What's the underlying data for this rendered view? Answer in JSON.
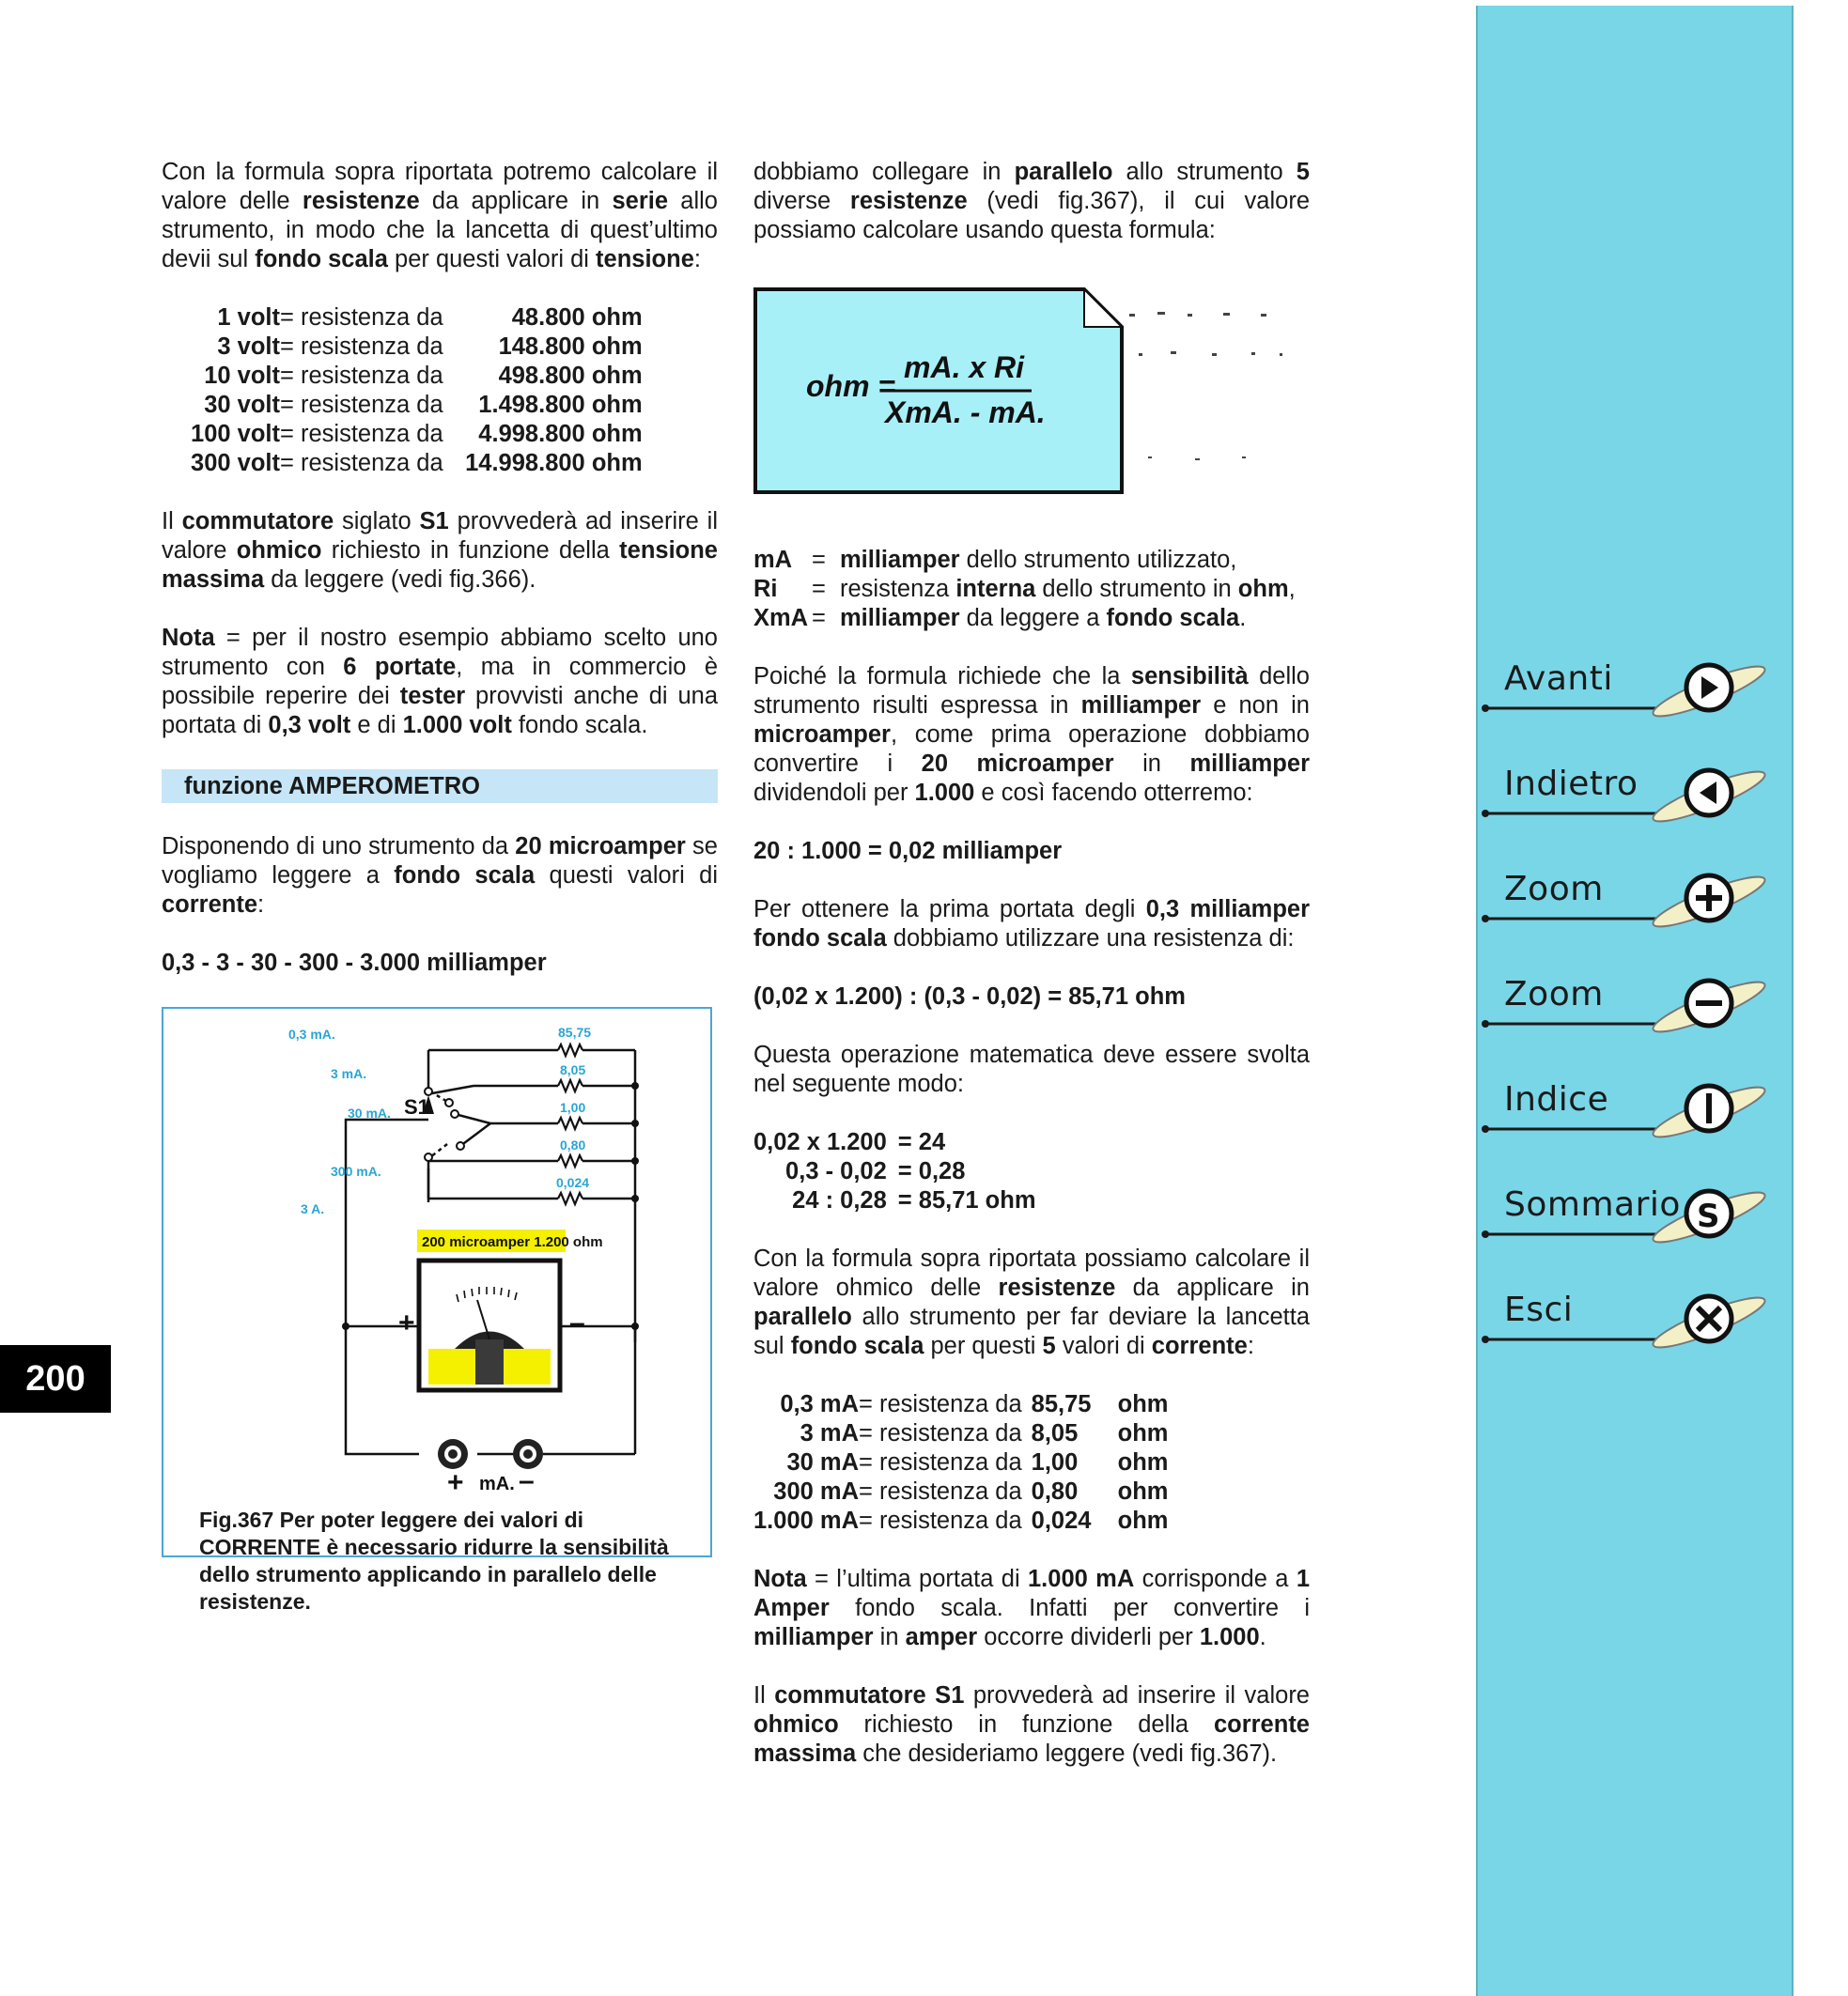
{
  "page_number": "200",
  "left": {
    "p1": [
      {
        "t": "Con la formula sopra riportata potremo calcolare il valore delle "
      },
      {
        "t": "resistenze",
        "b": true
      },
      {
        "t": " da applicare in "
      },
      {
        "t": "serie",
        "b": true
      },
      {
        "t": " allo strumento, in modo che la lancetta di quest’ultimo devii sul "
      },
      {
        "t": "fondo scala",
        "b": true
      },
      {
        "t": " per questi valori di "
      },
      {
        "t": "tensione",
        "b": true
      },
      {
        "t": ":"
      }
    ],
    "volt_rows": [
      {
        "v": "1 volt",
        "eq": " = resistenza da",
        "ohm": "48.800 ohm"
      },
      {
        "v": "3 volt",
        "eq": " = resistenza da",
        "ohm": "148.800 ohm"
      },
      {
        "v": "10 volt",
        "eq": " = resistenza da",
        "ohm": "498.800 ohm"
      },
      {
        "v": "30 volt",
        "eq": " = resistenza da",
        "ohm": "1.498.800 ohm"
      },
      {
        "v": "100 volt",
        "eq": " = resistenza da",
        "ohm": "4.998.800 ohm"
      },
      {
        "v": "300 volt",
        "eq": " = resistenza da",
        "ohm": "14.998.800 ohm"
      }
    ],
    "p2": [
      {
        "t": "Il "
      },
      {
        "t": "commutatore",
        "b": true
      },
      {
        "t": " siglato "
      },
      {
        "t": "S1",
        "b": true
      },
      {
        "t": " provvederà ad inserire il valore "
      },
      {
        "t": "ohmico",
        "b": true
      },
      {
        "t": " richiesto in funzione della "
      },
      {
        "t": "tensione massima",
        "b": true
      },
      {
        "t": " da leggere (vedi fig.366)."
      }
    ],
    "p3": [
      {
        "t": "Nota",
        "b": true
      },
      {
        "t": " = per il nostro esempio abbiamo scelto uno strumento con "
      },
      {
        "t": "6 portate",
        "b": true
      },
      {
        "t": ", ma in commercio è possibile reperire dei "
      },
      {
        "t": "tester",
        "b": true
      },
      {
        "t": " provvisti anche di una portata di "
      },
      {
        "t": "0,3 volt",
        "b": true
      },
      {
        "t": " e di "
      },
      {
        "t": "1.000 volt",
        "b": true
      },
      {
        "t": " fondo scala."
      }
    ],
    "section_title": "funzione AMPEROMETRO",
    "p4": [
      {
        "t": "Disponendo di uno strumento da "
      },
      {
        "t": "20 microamper",
        "b": true
      },
      {
        "t": " se vogliamo leggere a "
      },
      {
        "t": "fondo scala",
        "b": true
      },
      {
        "t": " questi valori di "
      },
      {
        "t": "corrente",
        "b": true
      },
      {
        "t": ":"
      }
    ],
    "ranges_line": "0,3 - 3 - 30 - 300 - 3.000 milliamper",
    "figure": {
      "labels": {
        "r1_range": "0,3  mA.",
        "r1_val": "85,75",
        "r2_range": "3  mA.",
        "r2_val": "8,05",
        "r3_range": "30  mA.",
        "r3_val": "1,00",
        "r4_range": "300  mA.",
        "r4_val": "0,80",
        "r5_range": "3 A.",
        "r5_val": "0,024",
        "switch": "S1",
        "meter_tag": "200 microamper  1.200 ohm",
        "plus": "+",
        "minus": "–",
        "bottom_plus": "+",
        "bottom_unit": "mA.",
        "bottom_minus": "–"
      },
      "caption": "Fig.367 Per poter leggere dei valori di CORRENTE è necessario ridurre la sensibilità dello strumento applicando in parallelo delle resistenze."
    }
  },
  "mid": {
    "p1": [
      {
        "t": "dobbiamo collegare in "
      },
      {
        "t": "parallelo",
        "b": true
      },
      {
        "t": " allo strumento "
      },
      {
        "t": "5",
        "b": true
      },
      {
        "t": " diverse "
      },
      {
        "t": "resistenze",
        "b": true
      },
      {
        "t": " (vedi fig.367), il cui valore possiamo calcolare usando questa formula:"
      }
    ],
    "formula": {
      "lhs": "ohm =",
      "num": "mA. x Ri",
      "den": "XmA. - mA."
    },
    "legend": [
      {
        "k": "mA",
        "eq": "=",
        "parts": [
          {
            "t": "milliamper",
            "b": true
          },
          {
            "t": " dello strumento utilizzato,"
          }
        ]
      },
      {
        "k": "Ri",
        "eq": "=",
        "parts": [
          {
            "t": "resistenza "
          },
          {
            "t": "interna",
            "b": true
          },
          {
            "t": " dello strumento in "
          },
          {
            "t": "ohm",
            "b": true
          },
          {
            "t": ","
          }
        ]
      },
      {
        "k": "XmA",
        "eq": "=",
        "parts": [
          {
            "t": "milliamper",
            "b": true
          },
          {
            "t": " da leggere a "
          },
          {
            "t": "fondo scala",
            "b": true
          },
          {
            "t": "."
          }
        ]
      }
    ],
    "p2": [
      {
        "t": "Poiché la formula richiede che la "
      },
      {
        "t": "sensibilità",
        "b": true
      },
      {
        "t": " dello strumento risulti espressa in "
      },
      {
        "t": "milliamper",
        "b": true
      },
      {
        "t": " e non in "
      },
      {
        "t": "microamper",
        "b": true
      },
      {
        "t": ", come prima operazione dobbiamo convertire i "
      },
      {
        "t": "20 microamper",
        "b": true
      },
      {
        "t": " in "
      },
      {
        "t": "milliamper",
        "b": true
      },
      {
        "t": " dividendoli per "
      },
      {
        "t": "1.000",
        "b": true
      },
      {
        "t": " e così facendo otterremo:"
      }
    ],
    "conv_line": "20 : 1.000 = 0,02 milliamper",
    "p3": [
      {
        "t": "Per ottenere la prima portata degli "
      },
      {
        "t": "0,3 milliamper fondo scala",
        "b": true
      },
      {
        "t": " dobbiamo utilizzare una resistenza di:"
      }
    ],
    "calc_line": "(0,02 x 1.200) : (0,3 - 0,02) = 85,71 ohm",
    "p4": "Questa operazione matematica deve essere svolta nel seguente modo:",
    "steps": [
      {
        "a": "0,02 x 1.200",
        "b": "= 24"
      },
      {
        "a": "0,3 - 0,02",
        "b": "= 0,28"
      },
      {
        "a": "24 : 0,28",
        "b": "= 85,71 ohm"
      }
    ],
    "p5": [
      {
        "t": "Con la formula sopra riportata possiamo calcolare il valore ohmico delle "
      },
      {
        "t": "resistenze",
        "b": true
      },
      {
        "t": " da applicare in "
      },
      {
        "t": "parallelo",
        "b": true
      },
      {
        "t": " allo strumento per far deviare la lancetta sul "
      },
      {
        "t": "fondo scala",
        "b": true
      },
      {
        "t": " per questi "
      },
      {
        "t": "5",
        "b": true
      },
      {
        "t": " valori di "
      },
      {
        "t": "corrente",
        "b": true
      },
      {
        "t": ":"
      }
    ],
    "ma_rows": [
      {
        "v": "0,3 mA",
        "eq": " = resistenza da",
        "val": "85,75",
        "u": "ohm"
      },
      {
        "v": "3 mA",
        "eq": " = resistenza da",
        "val": "8,05",
        "u": "ohm"
      },
      {
        "v": "30 mA",
        "eq": " = resistenza da",
        "val": "1,00",
        "u": "ohm"
      },
      {
        "v": "300 mA",
        "eq": " = resistenza da",
        "val": "0,80",
        "u": "ohm"
      },
      {
        "v": "1.000 mA",
        "eq": " = resistenza da",
        "val": "0,024",
        "u": "ohm"
      }
    ],
    "p6": [
      {
        "t": "Nota",
        "b": true
      },
      {
        "t": " = l’ultima portata di "
      },
      {
        "t": "1.000 mA",
        "b": true
      },
      {
        "t": " corrisponde a "
      },
      {
        "t": "1 Amper",
        "b": true
      },
      {
        "t": " fondo scala. Infatti per convertire i "
      },
      {
        "t": "milliamper",
        "b": true
      },
      {
        "t": " in "
      },
      {
        "t": "amper",
        "b": true
      },
      {
        "t": " occorre dividerli per "
      },
      {
        "t": "1.000",
        "b": true
      },
      {
        "t": "."
      }
    ],
    "p7": [
      {
        "t": "Il "
      },
      {
        "t": "commutatore S1",
        "b": true
      },
      {
        "t": " provvederà ad inserire il valore "
      },
      {
        "t": "ohmico",
        "b": true
      },
      {
        "t": " richiesto in funzione della "
      },
      {
        "t": "corrente massima",
        "b": true
      },
      {
        "t": " che desideriamo leggere (vedi fig.367)."
      }
    ]
  },
  "nav": [
    {
      "label": "Avanti",
      "icon": "play-right-icon"
    },
    {
      "label": "Indietro",
      "icon": "play-left-icon"
    },
    {
      "label": "Zoom",
      "icon": "zoom-in-icon"
    },
    {
      "label": "Zoom",
      "icon": "zoom-out-icon"
    },
    {
      "label": "Indice",
      "icon": "index-icon"
    },
    {
      "label": "Sommario",
      "icon": "summary-icon"
    },
    {
      "label": "Esci",
      "icon": "close-icon"
    }
  ],
  "colors": {
    "sidebar": "#79d6e7",
    "formula_box": "#a8f0f8",
    "section_bar": "#c6e6f7",
    "figure_cyan": "#2aa5d6",
    "meter_yellow": "#f4f000"
  }
}
